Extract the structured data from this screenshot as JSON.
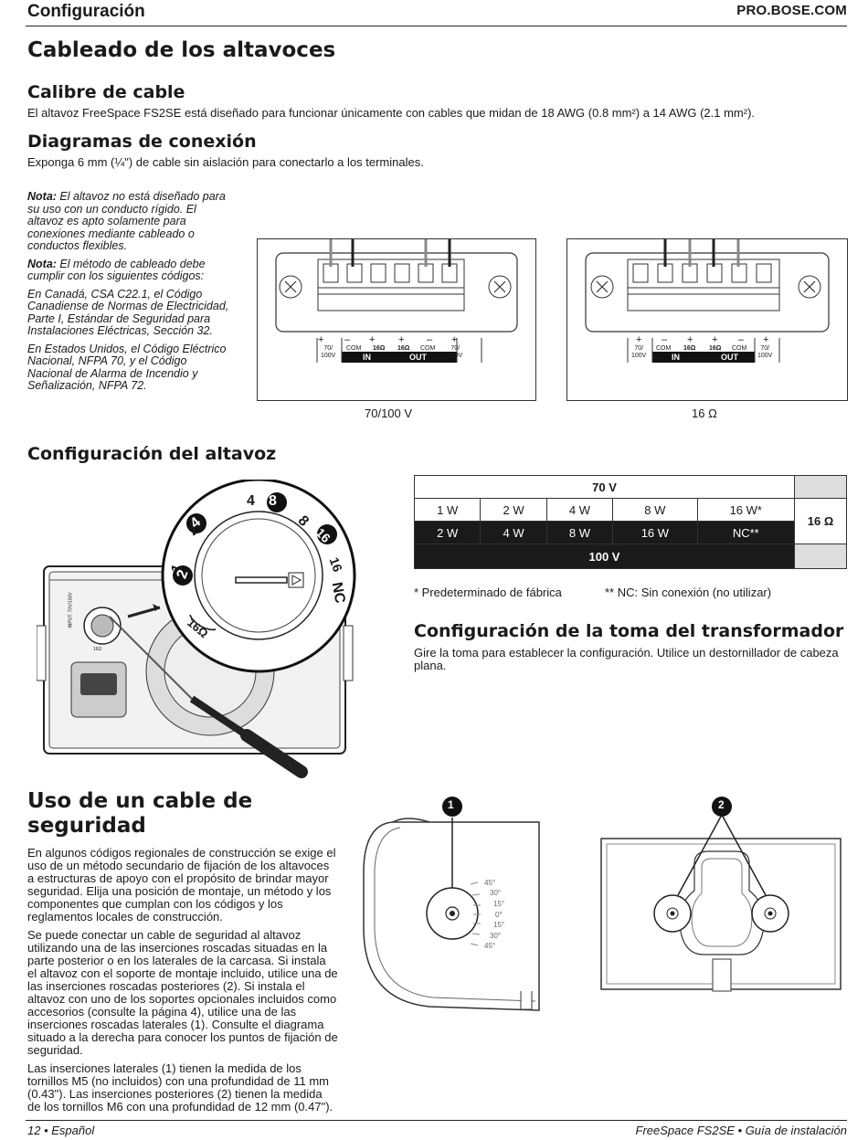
{
  "header": {
    "section": "Configuración",
    "site": "PRO.BOSE.COM"
  },
  "cabling": {
    "title": "Cableado de los altavoces",
    "gauge_title": "Calibre de cable",
    "gauge_text": "El altavoz FreeSpace FS2SE está diseñado para funcionar únicamente con cables que midan de 18 AWG (0.8 mm²) a 14 AWG (2.1 mm²).",
    "diagrams_title": "Diagramas de conexión",
    "diagrams_text": "Exponga 6 mm (¼\") de cable sin aislación para conectarlo a los terminales."
  },
  "notes": {
    "note1_label": "Nota:",
    "note1_text": " El altavoz no está diseñado para su uso con un conducto rígido. El altavoz es apto solamente para conexiones mediante cableado o conductos flexibles.",
    "note2_label": "Nota:",
    "note2_text": " El método de cableado debe cumplir con los siguientes códigos:",
    "canada": "En Canadá, CSA C22.1, el Código Canadiense de Normas de Electricidad, Parte I, Estándar de Seguridad para Instalaciones Eléctricas, Sección 32.",
    "usa": "En Estados Unidos, el Código Eléctrico Nacional, NFPA 70, y el Código Nacional de Alarma de Incendio y Señalización, NFPA 72."
  },
  "wiring": {
    "diagram1_caption": "70/100 V",
    "diagram2_caption": "16 Ω",
    "plus": "+",
    "minus": "–",
    "t_70": "70/",
    "t_100": "100V",
    "t_com": "COM",
    "t_16": "16Ω",
    "in_label": "IN",
    "out_label": "OUT"
  },
  "speaker_config": {
    "title": "Configuración del altavoz",
    "table": {
      "header_70": "70 V",
      "row_70": [
        "1 W",
        "2 W",
        "4 W",
        "8 W",
        "16 W*"
      ],
      "row_100": [
        "2 W",
        "4 W",
        "8 W",
        "16 W",
        "NC**"
      ],
      "footer_100": "100 V",
      "ohm_label": "16 Ω"
    },
    "footnote1": "* Predeterminado de fábrica",
    "footnote2": "** NC: Sin conexión (no utilizar)",
    "tap_title": "Configuración de la toma del transformador",
    "tap_text": "Gire la toma para establecer la configuración. Utilice un destornillador de cabeza plana.",
    "dial_labels": [
      "1",
      "2",
      "2",
      "4",
      "4",
      "8",
      "8",
      "16",
      "16",
      "NC",
      "16Ω"
    ],
    "small_dial_labels": [
      "INPUT: 70V/100V",
      "16Ω"
    ]
  },
  "safety": {
    "title_line1": "Uso de un cable de",
    "title_line2": "seguridad",
    "p1": "En algunos códigos regionales de construcción se exige el uso de un método secundario de fijación de los altavoces a estructuras de apoyo con el propósito de brindar mayor seguridad. Elija una posición de montaje, un método y los componentes que cumplan con los códigos y los reglamentos locales de construcción.",
    "p2": "Se puede conectar un cable de seguridad al altavoz utilizando una de las inserciones roscadas situadas en la parte posterior o en los laterales de la carcasa. Si instala el altavoz con el soporte de montaje incluido, utilice una de las inserciones roscadas posteriores (2). Si instala el altavoz con uno de los soportes opcionales incluidos como accesorios (consulte la página 4), utilice una de las inserciones roscadas laterales (1). Consulte el diagrama situado a la derecha para conocer los puntos de fijación de seguridad.",
    "p3": "Las inserciones laterales (1) tienen la medida de los tornillos M5 (no incluidos) con una profundidad de 11 mm (0.43\"). Las inserciones posteriores (2) tienen la medida de los tornillos M6 con una profundidad de 12 mm (0.47\").",
    "callout1": "1",
    "callout2": "2",
    "angles": [
      "45°",
      "30°",
      "15°",
      "0°",
      "15°",
      "30°",
      "45°"
    ]
  },
  "footer": {
    "left": "12 • Español",
    "right": "FreeSpace FS2SE • Guía de instalación"
  }
}
